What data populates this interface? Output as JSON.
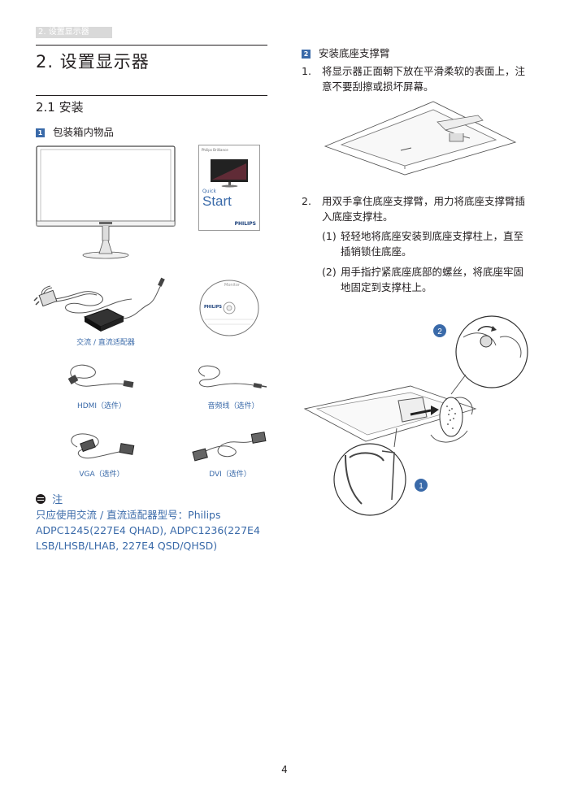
{
  "header": {
    "tab_text": "2. 设置显示器"
  },
  "chapter": {
    "title": "2.  设置显示器"
  },
  "section": {
    "title": "2.1  安装"
  },
  "left": {
    "badge": "1",
    "heading": "包装箱内物品",
    "quick_start": {
      "top_text": "Philips Brilliance",
      "quick": "Quick",
      "start": "Start",
      "brand": "PHILIPS"
    },
    "cd": {
      "label": "Monitor",
      "brand": "PHILIPS"
    },
    "captions": {
      "adapter": "交流 / 直流适配器",
      "hdmi": "HDMI（选件）",
      "audio": "音频线（选件）",
      "vga": "VGA（选件）",
      "dvi": "DVI（选件）"
    },
    "note": {
      "title": "注",
      "text": "只应使用交流 / 直流适配器型号：Philips ADPC1245(227E4 QHAD), ADPC1236(227E4 LSB/LHSB/LHAB, 227E4 QSD/QHSD)"
    }
  },
  "right": {
    "badge": "2",
    "heading": "安装底座支撑臂",
    "steps": [
      {
        "num": "1.",
        "text": "将显示器正面朝下放在平滑柔软的表面上，注意不要刮擦或损坏屏幕。"
      },
      {
        "num": "2.",
        "text": "用双手拿住底座支撑臂，用力将底座支撑臂插入底座支撑柱。"
      }
    ],
    "substeps": [
      {
        "num": "(1)",
        "text": "轻轻地将底座安装到底座支撑柱上，直至插销锁住底座。"
      },
      {
        "num": "(2)",
        "text": "用手指拧紧底座底部的螺丝，将底座牢固地固定到支撑柱上。"
      }
    ],
    "callouts": [
      "2",
      "1"
    ]
  },
  "page_number": "4"
}
